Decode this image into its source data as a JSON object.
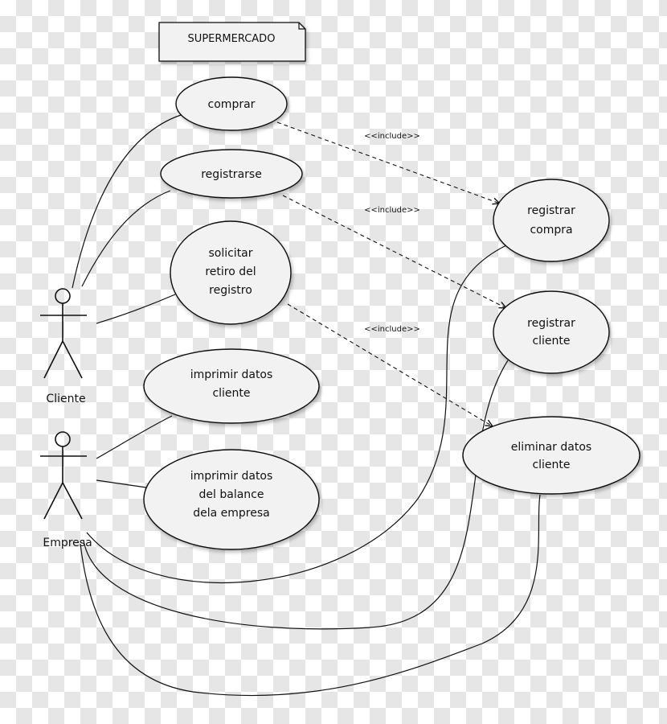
{
  "system_title": "SUPERMERCADO",
  "actors": {
    "cliente": "Cliente",
    "empresa": "Empresa"
  },
  "use_cases": {
    "comprar": "comprar",
    "registrarse": "registrarse",
    "solicitar_retiro": [
      "solicitar",
      "retiro del",
      "registro"
    ],
    "imprimir_datos_cliente": [
      "imprimir datos",
      "cliente"
    ],
    "imprimir_balance": [
      "imprimir datos",
      "del balance",
      "dela empresa"
    ],
    "registrar_compra": [
      "registrar",
      "compra"
    ],
    "registrar_cliente": [
      "registrar",
      "cliente"
    ],
    "eliminar_datos_cliente": [
      "eliminar datos",
      "cliente"
    ]
  },
  "relations": {
    "include_1": "<<include>>",
    "include_2": "<<include>>",
    "include_3": "<<include>>"
  }
}
